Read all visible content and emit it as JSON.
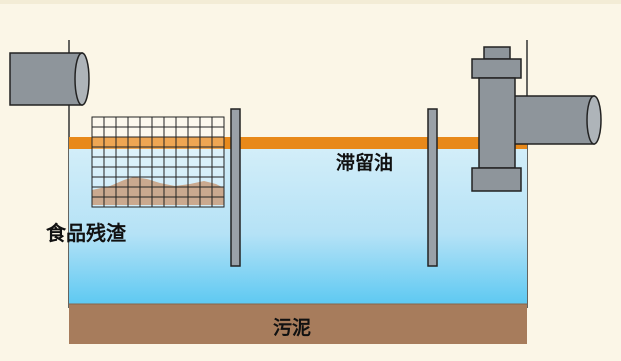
{
  "diagram": {
    "labels": {
      "oil": "滞留油",
      "food_residue": "食品残渣",
      "sludge": "污泥"
    },
    "colors": {
      "background": "#fbf6e7",
      "water_top": "#c9e9f8",
      "water_bottom": "#5cc8f2",
      "oil_layer": "#e8891a",
      "sludge": "#a77c5c",
      "pipe": "#8e959b",
      "baffle": "#9aa1a8",
      "mesh": "#222222",
      "residue": "#b88c6a"
    }
  }
}
